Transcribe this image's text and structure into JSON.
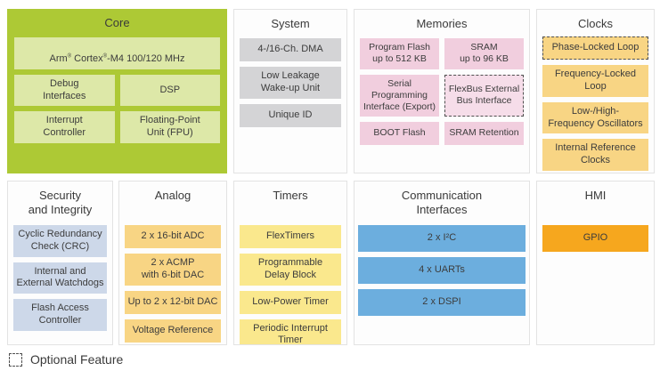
{
  "colors": {
    "core_green": "#adc935",
    "core_light_green": "#dde8a8",
    "system_gray": "#d4d4d6",
    "memories_pink": "#f1cede",
    "optional_pink": "#f6dde9",
    "clocks_orange": "#f8d584",
    "timers_yellow": "#fae88d",
    "comm_blue": "#6caede",
    "security_blue": "#cdd8e9",
    "hmi_orange": "#f6a71e"
  },
  "panels": {
    "core": {
      "title": "Core",
      "cpu": {
        "a": "Arm",
        "r1": "®",
        "b": " Cortex",
        "r2": "®",
        "c": "-M4 100/120 MHz"
      },
      "debug": "Debug\nInterfaces",
      "dsp": "DSP",
      "interrupt": "Interrupt\nController",
      "fpu": "Floating-Point\nUnit (FPU)"
    },
    "system": {
      "title": "System",
      "dma": "4-/16-Ch. DMA",
      "llwu": "Low Leakage\nWake-up Unit",
      "uid": "Unique ID"
    },
    "memories": {
      "title": "Memories",
      "pflash": "Program Flash\nup to 512 KB",
      "sram": "SRAM\nup to 96 KB",
      "serial": "Serial Programming\nInterface (Export)",
      "flexbus": "FlexBus External\nBus Interface",
      "boot": "BOOT Flash",
      "sramret": "SRAM Retention"
    },
    "clocks": {
      "title": "Clocks",
      "pll": "Phase-Locked Loop",
      "fll": "Frequency-Locked\nLoop",
      "osc": "Low-/High-\nFrequency Oscillators",
      "irc": "Internal Reference\nClocks"
    },
    "security": {
      "title": "Security\nand Integrity",
      "crc": "Cyclic Redundancy\nCheck (CRC)",
      "watchdogs": "Internal and\nExternal Watchdogs",
      "fac": "Flash Access\nController"
    },
    "analog": {
      "title": "Analog",
      "adc": "2 x 16-bit ADC",
      "acmp": "2 x ACMP\nwith 6-bit DAC",
      "dac": "Up to 2 x 12-bit DAC",
      "vref": "Voltage Reference"
    },
    "timers": {
      "title": "Timers",
      "flextimers": "FlexTimers",
      "pdb": "Programmable\nDelay Block",
      "lptmr": "Low-Power Timer",
      "pit": "Periodic Interrupt\nTimer"
    },
    "comm": {
      "title": "Communication\nInterfaces",
      "i2c": "2 x I²C",
      "uarts": "4 x UARTs",
      "dspi": "2 x DSPI"
    },
    "hmi": {
      "title": "HMI",
      "gpio": "GPIO"
    }
  },
  "legend": {
    "label": "Optional Feature"
  }
}
